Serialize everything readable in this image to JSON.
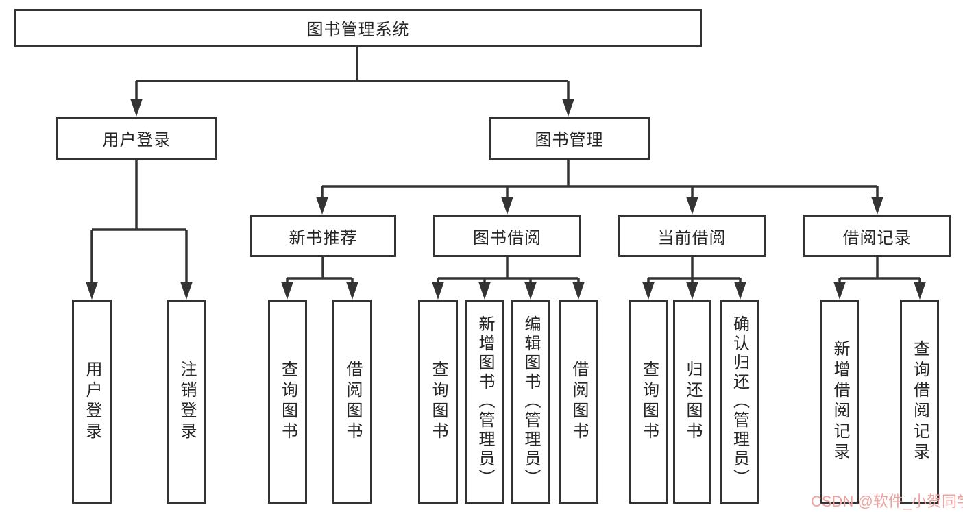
{
  "tree": {
    "label": "图书管理系统",
    "children": [
      {
        "label": "用户登录",
        "children": [
          {
            "label": "用户登录"
          },
          {
            "label": "注销登录"
          }
        ]
      },
      {
        "label": "图书管理",
        "children": [
          {
            "label": "新书推荐",
            "children": [
              {
                "label": "查询图书"
              },
              {
                "label": "借阅图书"
              }
            ]
          },
          {
            "label": "图书借阅",
            "children": [
              {
                "label": "查询图书"
              },
              {
                "label": "新增图书（管理员）"
              },
              {
                "label": "编辑图书（管理员）"
              },
              {
                "label": "借阅图书"
              }
            ]
          },
          {
            "label": "当前借阅",
            "children": [
              {
                "label": "查询图书"
              },
              {
                "label": "归还图书"
              },
              {
                "label": "确认归还（管理员）"
              }
            ]
          },
          {
            "label": "借阅记录",
            "children": [
              {
                "label": "新增借阅记录"
              },
              {
                "label": "查询借阅记录"
              }
            ]
          }
        ]
      }
    ]
  },
  "watermark": "CSDN @软件_小贺同学",
  "colors": {
    "line": "#333333",
    "text": "#262626",
    "watermark": "#F0A2A0",
    "background": "#FFFFFF"
  }
}
